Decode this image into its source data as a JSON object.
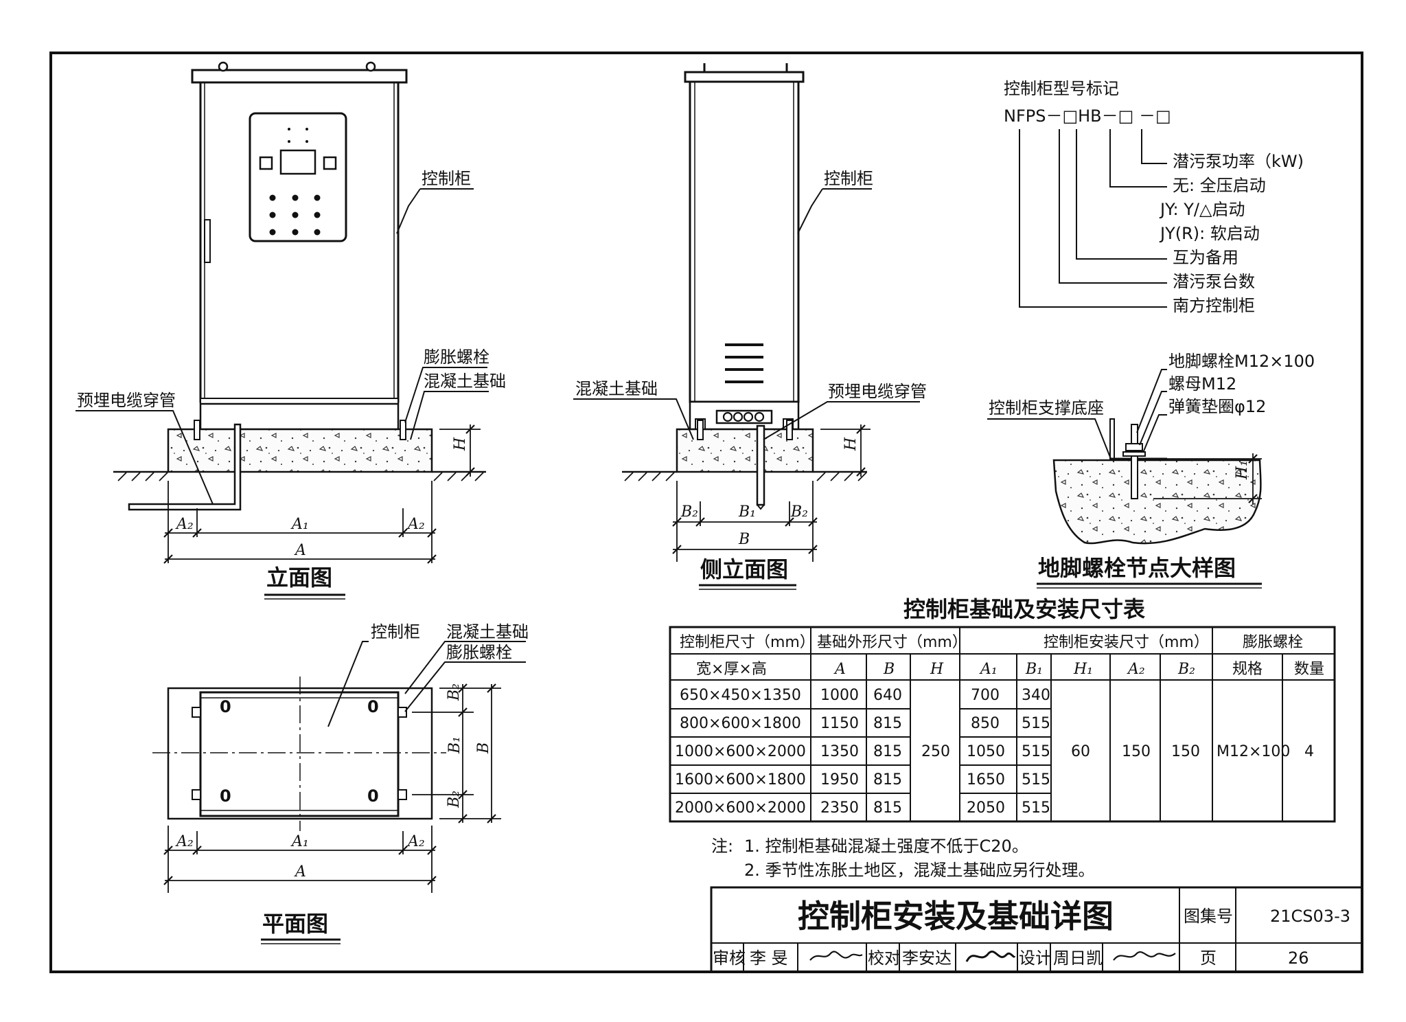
{
  "front_view": {
    "title": "立面图",
    "label_cabinet": "控制柜",
    "label_bolt": "膨胀螺栓",
    "label_foundation": "混凝土基础",
    "label_conduit": "预埋电缆穿管",
    "dim_A2": "A₂",
    "dim_A1": "A₁",
    "dim_A": "A",
    "dim_H": "H"
  },
  "side_view": {
    "title": "侧立面图",
    "label_cabinet": "控制柜",
    "label_foundation": "混凝土基础",
    "label_conduit": "预埋电缆穿管",
    "dim_B2": "B₂",
    "dim_B1": "B₁",
    "dim_B": "B",
    "dim_H": "H"
  },
  "model_code": {
    "heading": "控制柜型号标记",
    "code": "NFPS－□HB－□ －□",
    "items": [
      "潜污泵功率（kW)",
      "无: 全压启动",
      "JY: Y/△启动",
      "JY(R): 软启动",
      "互为备用",
      "潜污泵台数",
      "南方控制柜"
    ]
  },
  "bolt_detail": {
    "title": "地脚螺栓节点大样图",
    "label_bolt": "地脚螺栓M12×100",
    "label_nut": "螺母M12",
    "label_washer": "弹簧垫圈φ12",
    "label_base": "控制柜支撑底座",
    "dim_H1": "H₁"
  },
  "plan_view": {
    "title": "平面图",
    "label_cabinet": "控制柜",
    "label_foundation": "混凝土基础",
    "label_bolt": "膨胀螺栓",
    "hole_mark": "0",
    "dim_A2": "A₂",
    "dim_A1": "A₁",
    "dim_A": "A",
    "dim_B2": "B₂",
    "dim_B1": "B₁",
    "dim_B": "B"
  },
  "table": {
    "title": "控制柜基础及安装尺寸表",
    "h_size": "控制柜尺寸（mm）",
    "h_size_sub": "宽×厚×高",
    "h_found": "基础外形尺寸（mm）",
    "h_install": "控制柜安装尺寸（mm）",
    "h_bolt": "膨胀螺栓",
    "h_spec": "规格",
    "h_qty": "数量",
    "sub_A": "A",
    "sub_B": "B",
    "sub_H": "H",
    "sub_A1": "A₁",
    "sub_B1": "B₁",
    "sub_H1": "H₁",
    "sub_A2": "A₂",
    "sub_B2": "B₂",
    "rows": [
      {
        "size": "650×450×1350",
        "A": "1000",
        "B": "640",
        "A1": "700",
        "B1": "340"
      },
      {
        "size": "800×600×1800",
        "A": "1150",
        "B": "815",
        "A1": "850",
        "B1": "515"
      },
      {
        "size": "1000×600×2000",
        "A": "1350",
        "B": "815",
        "A1": "1050",
        "B1": "515"
      },
      {
        "size": "1600×600×1800",
        "A": "1950",
        "B": "815",
        "A1": "1650",
        "B1": "515"
      },
      {
        "size": "2000×600×2000",
        "A": "2350",
        "B": "815",
        "A1": "2050",
        "B1": "515"
      }
    ],
    "H": "250",
    "H1": "60",
    "A2": "150",
    "B2": "150",
    "spec": "M12×100",
    "qty": "4"
  },
  "notes": {
    "prefix": "注:",
    "n1": "1.  控制柜基础混凝土强度不低于C20。",
    "n2": "2.  季节性冻胀土地区，混凝土基础应另行处理。"
  },
  "title_block": {
    "title": "控制柜安装及基础详图",
    "atlas_label": "图集号",
    "atlas_no": "21CS03-3",
    "review_label": "审核",
    "reviewer": "李 旻",
    "check_label": "校对",
    "checker": "李安达",
    "design_label": "设计",
    "designer": "周日凯",
    "page_label": "页",
    "page_no": "26"
  }
}
